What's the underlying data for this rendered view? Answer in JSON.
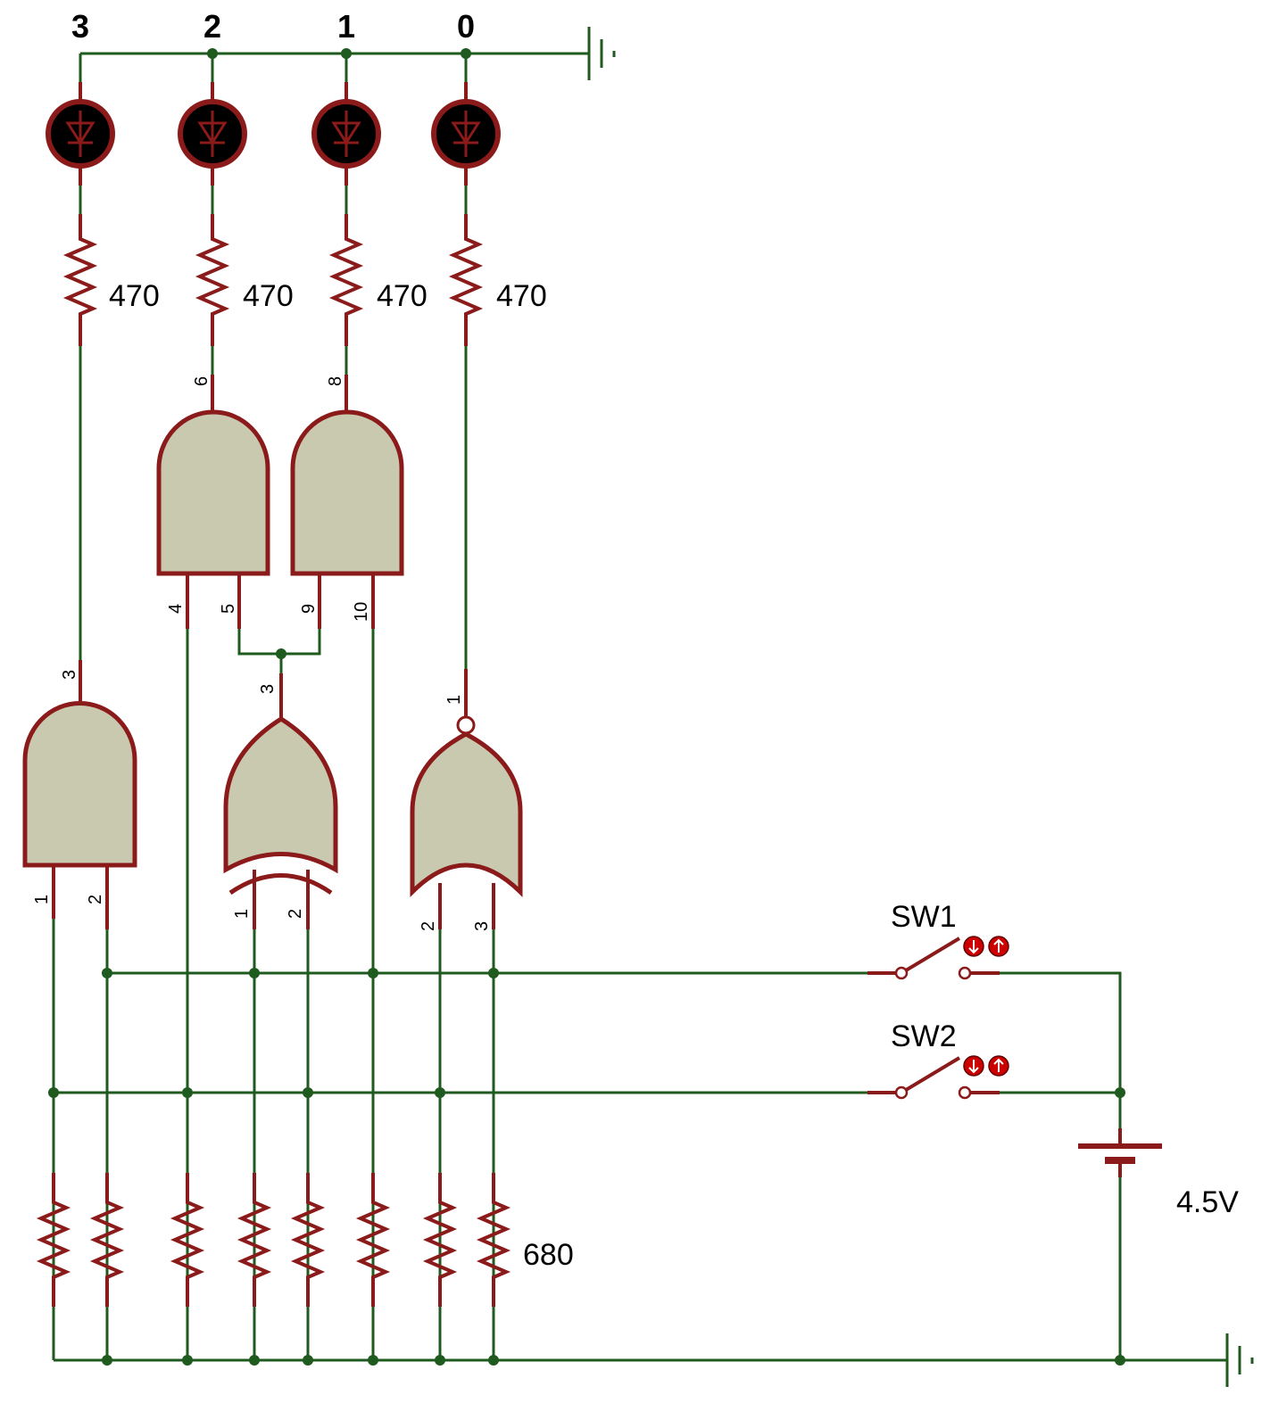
{
  "bits": [
    "3",
    "2",
    "1",
    "0"
  ],
  "led_resistor_value": "470",
  "pull_down_value": "680",
  "battery_label": "4.5V",
  "switches": [
    "SW1",
    "SW2"
  ],
  "pins": {
    "and_bit3_out": "3",
    "and_bit3_in_a": "1",
    "and_bit3_in_b": "2",
    "and_bit2_out": "6",
    "and_bit2_in_a": "4",
    "and_bit2_in_b": "5",
    "and_bit1_out": "8",
    "and_bit1_in_a": "9",
    "and_bit1_in_b": "10",
    "xor_out": "3",
    "xor_in_a": "1",
    "xor_in_b": "2",
    "nor_out": "1",
    "nor_in_a": "2",
    "nor_in_b": "3"
  },
  "colors": {
    "wire": "#1f5a1f",
    "component": "#8b1a1a",
    "gate_fill": "#c9c9b0"
  }
}
